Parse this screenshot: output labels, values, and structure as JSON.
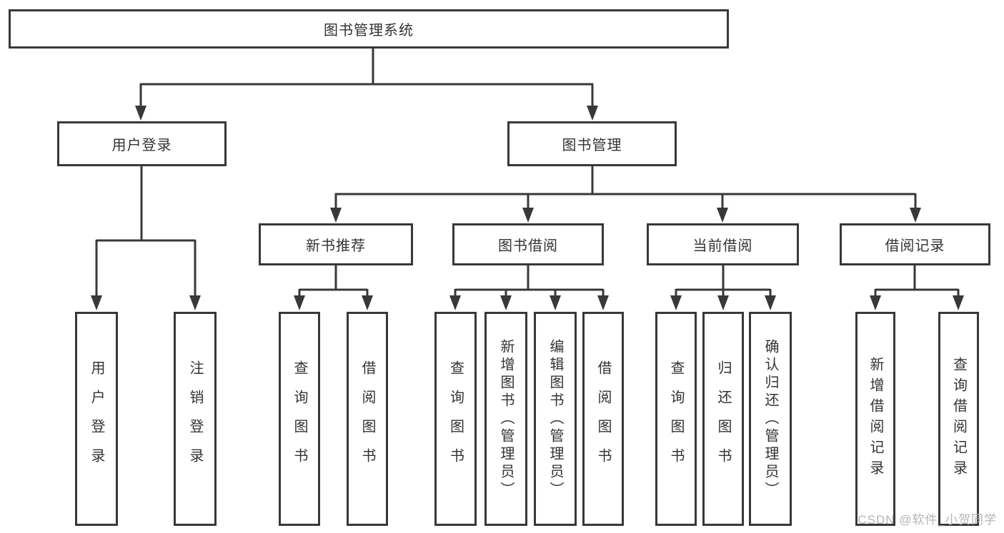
{
  "diagram": {
    "root": {
      "label": "图书管理系统"
    },
    "branches": [
      {
        "label": "用户登录",
        "leaves": [
          {
            "label": "用户登录"
          },
          {
            "label": "注销登录"
          }
        ]
      },
      {
        "label": "图书管理",
        "groups": [
          {
            "label": "新书推荐",
            "leaves": [
              {
                "label": "查询图书"
              },
              {
                "label": "借阅图书"
              }
            ]
          },
          {
            "label": "图书借阅",
            "leaves": [
              {
                "label": "查询图书"
              },
              {
                "label": "新增图书（管理员）"
              },
              {
                "label": "编辑图书（管理员）"
              },
              {
                "label": "借阅图书"
              }
            ]
          },
          {
            "label": "当前借阅",
            "leaves": [
              {
                "label": "查询图书"
              },
              {
                "label": "归还图书"
              },
              {
                "label": "确认归还（管理员）"
              }
            ]
          },
          {
            "label": "借阅记录",
            "leaves": [
              {
                "label": "新增借阅记录"
              },
              {
                "label": "查询借阅记录"
              }
            ]
          }
        ]
      }
    ]
  },
  "watermark": {
    "text": "CSDN @软件_小贺同学"
  },
  "colors": {
    "line": "#383838",
    "text": "#333333",
    "watermark": "#b4b4b4",
    "background": "#ffffff"
  }
}
